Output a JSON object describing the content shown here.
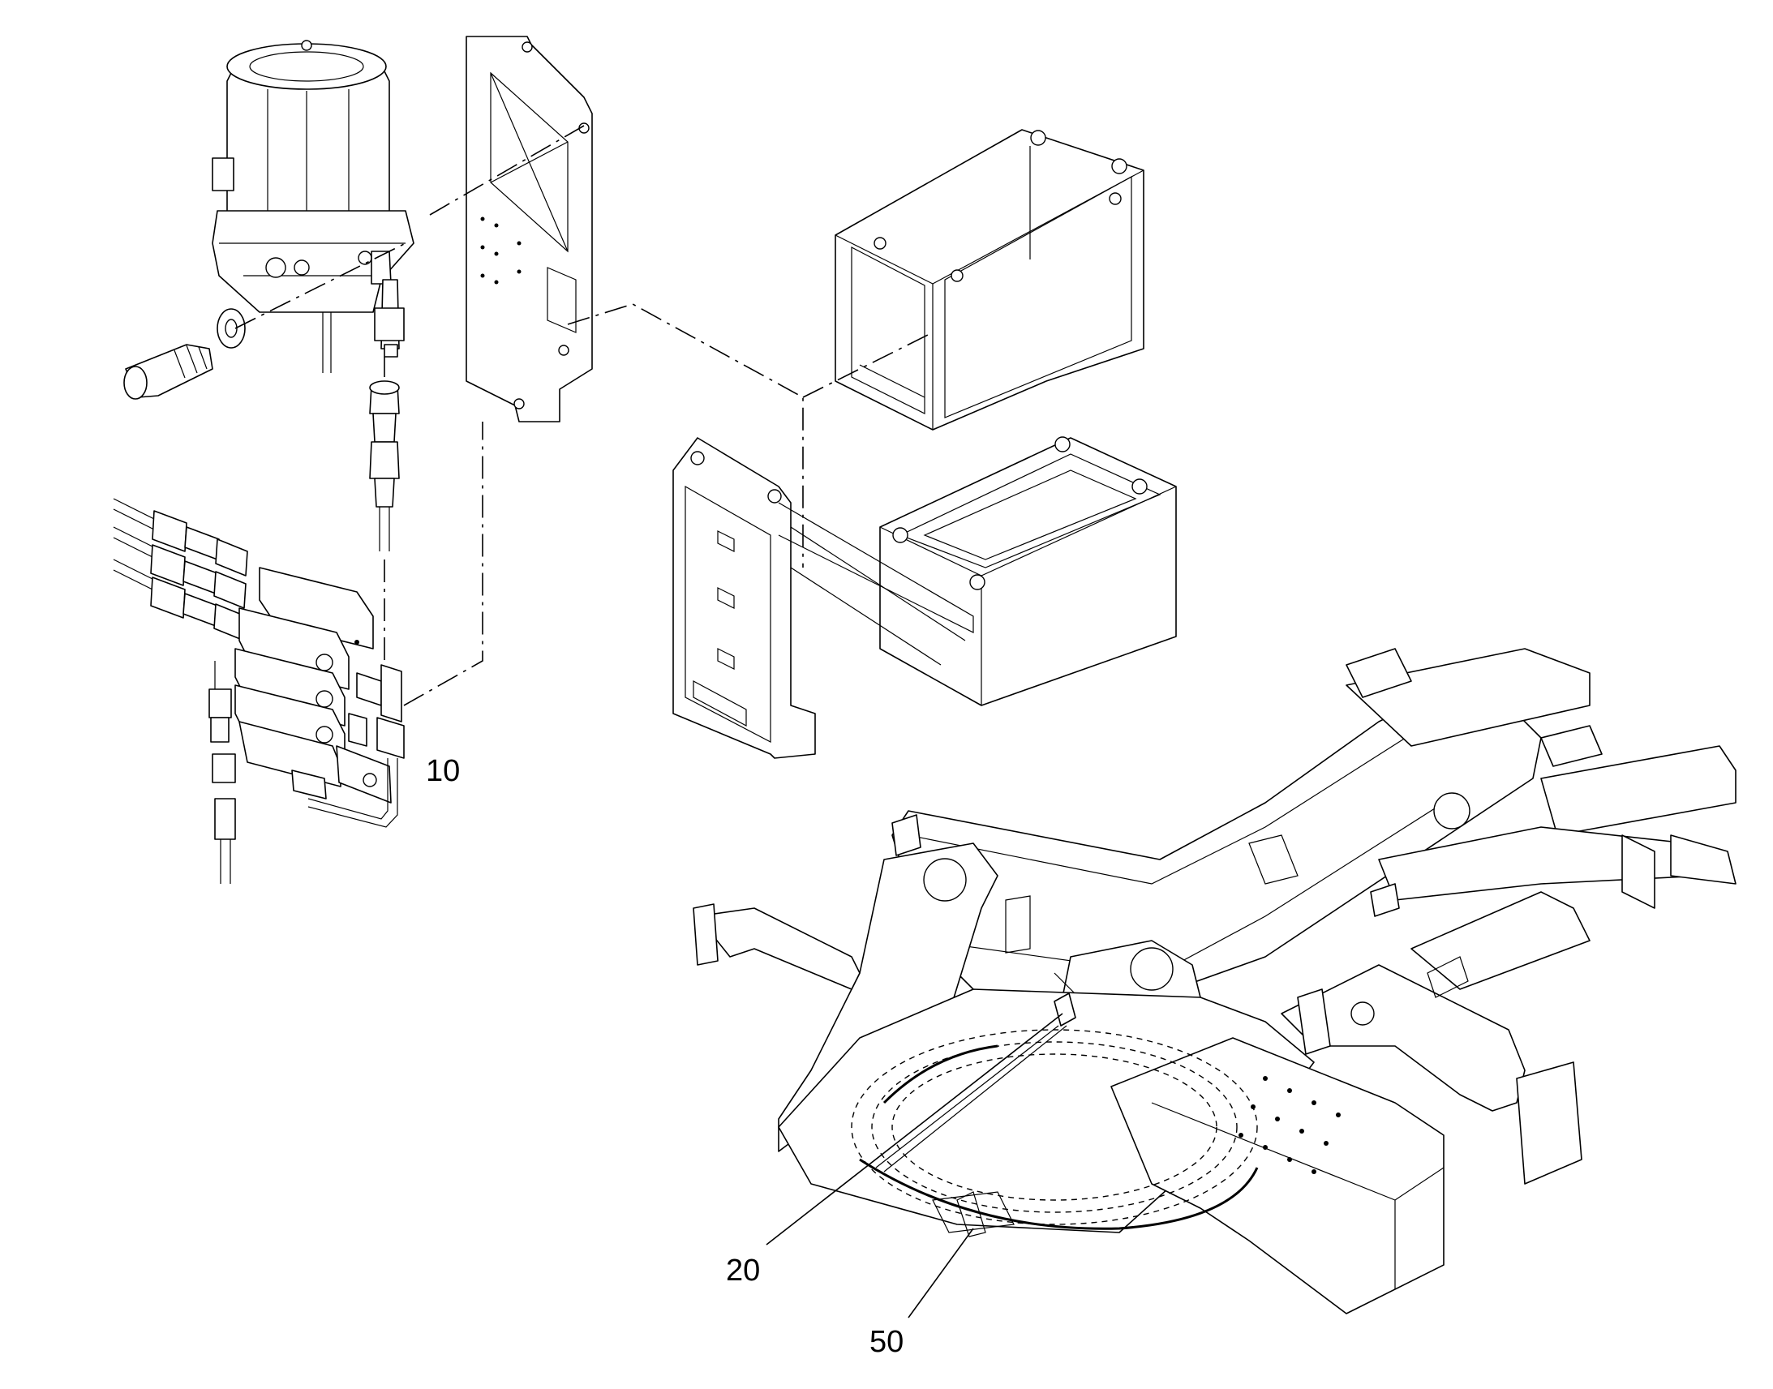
{
  "callouts": {
    "c10": "10",
    "c20": "20",
    "c50": "50"
  },
  "colors": {
    "line": "#000000",
    "background": "#ffffff"
  }
}
